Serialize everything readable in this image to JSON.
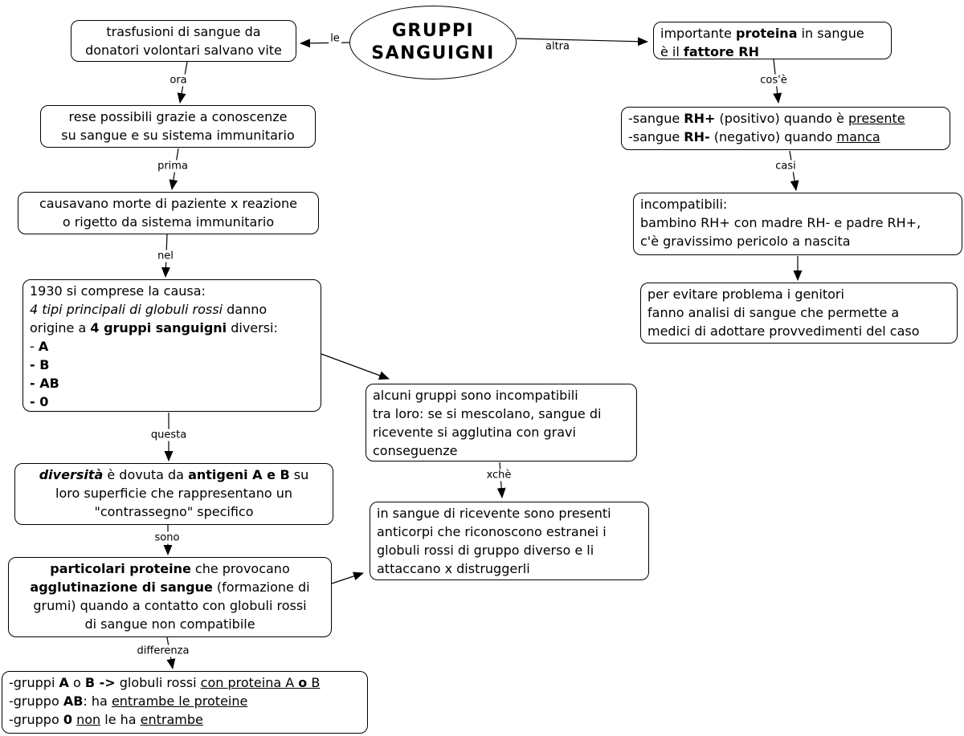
{
  "title": {
    "text": "GRUPPI\nSANGUIGNI"
  },
  "colors": {
    "background": "#ffffff",
    "border": "#000000",
    "text": "#000000"
  },
  "labels": {
    "le": "le",
    "ora": "ora",
    "prima": "prima",
    "nel": "nel",
    "questa": "questa",
    "sono": "sono",
    "differenza": "differenza",
    "altra": "altra",
    "cose": "cos'è",
    "casi": "casi",
    "xche": "xchè"
  },
  "nodes": {
    "trasfusioni": {
      "lines": [
        [
          {
            "t": "trasfusioni di sangue da"
          }
        ],
        [
          {
            "t": "donatori volontari salvano vite"
          }
        ]
      ]
    },
    "rese": {
      "lines": [
        [
          {
            "t": "rese possibili grazie a conoscenze"
          }
        ],
        [
          {
            "t": "su sangue e su sistema immunitario"
          }
        ]
      ]
    },
    "causavano": {
      "lines": [
        [
          {
            "t": "causavano morte di paziente x reazione"
          }
        ],
        [
          {
            "t": "o rigetto da sistema immunitario"
          }
        ]
      ]
    },
    "b1930": {
      "lines": [
        [
          {
            "t": "1930 si comprese la causa:"
          }
        ],
        [
          {
            "t": "4 tipi principali di globuli rossi",
            "s": "i"
          },
          {
            "t": "  danno"
          }
        ],
        [
          {
            "t": "origine a "
          },
          {
            "t": "4 gruppi sanguigni",
            "s": "b"
          },
          {
            "t": " diversi:"
          }
        ],
        [
          {
            "t": "- "
          },
          {
            "t": "A",
            "s": "b"
          }
        ],
        [
          {
            "t": "- B",
            "s": "b"
          }
        ],
        [
          {
            "t": "- AB",
            "s": "b"
          }
        ],
        [
          {
            "t": "- 0",
            "s": "b"
          }
        ]
      ]
    },
    "diversita": {
      "lines": [
        [
          {
            "t": "diversità",
            "s": "bi"
          },
          {
            "t": "  è dovuta da "
          },
          {
            "t": "antigeni A e B",
            "s": "b"
          },
          {
            "t": " su"
          }
        ],
        [
          {
            "t": "loro superficie che rappresentano un"
          }
        ],
        [
          {
            "t": "\"contrassegno\" specifico"
          }
        ]
      ]
    },
    "proteine": {
      "lines": [
        [
          {
            "t": "particolari proteine",
            "s": "b"
          },
          {
            "t": " che provocano"
          }
        ],
        [
          {
            "t": "agglutinazione di sangue",
            "s": "b"
          },
          {
            "t": " (formazione di"
          }
        ],
        [
          {
            "t": "grumi) quando a contatto con globuli rossi"
          }
        ],
        [
          {
            "t": "di sangue non compatibile"
          }
        ]
      ]
    },
    "gruppi_abo": {
      "lines": [
        [
          {
            "t": "-gruppi "
          },
          {
            "t": "A",
            "s": "b"
          },
          {
            "t": " o "
          },
          {
            "t": "B ->",
            "s": "b"
          },
          {
            "t": " globuli rossi "
          },
          {
            "t": "con proteina A ",
            "s": "u"
          },
          {
            "t": "o",
            "s": "bu"
          },
          {
            "t": " B",
            "s": "u"
          }
        ],
        [
          {
            "t": "-gruppo "
          },
          {
            "t": "AB",
            "s": "b"
          },
          {
            "t": ": ha "
          },
          {
            "t": "entrambe le proteine",
            "s": "u"
          }
        ],
        [
          {
            "t": "-gruppo "
          },
          {
            "t": "0",
            "s": "b"
          },
          {
            "t": " "
          },
          {
            "t": "non",
            "s": "u"
          },
          {
            "t": " le ha "
          },
          {
            "t": "entrambe",
            "s": "u"
          }
        ]
      ]
    },
    "rh": {
      "lines": [
        [
          {
            "t": "importante "
          },
          {
            "t": "proteina",
            "s": "b"
          },
          {
            "t": " in sangue"
          }
        ],
        [
          {
            "t": "è il "
          },
          {
            "t": "fattore RH",
            "s": "b"
          }
        ]
      ]
    },
    "rhpm": {
      "lines": [
        [
          {
            "t": "-sangue "
          },
          {
            "t": "RH+",
            "s": "b"
          },
          {
            "t": " (positivo) quando è "
          },
          {
            "t": "presente",
            "s": "u"
          }
        ],
        [
          {
            "t": "-sangue "
          },
          {
            "t": "RH-",
            "s": "b"
          },
          {
            "t": " (negativo) quando "
          },
          {
            "t": "manca",
            "s": "u"
          }
        ]
      ]
    },
    "incompatibili": {
      "lines": [
        [
          {
            "t": "incompatibili:"
          }
        ],
        [
          {
            "t": "bambino RH+ con madre RH- e padre RH+,"
          }
        ],
        [
          {
            "t": "c'è gravissimo pericolo a nascita"
          }
        ]
      ]
    },
    "evitare": {
      "lines": [
        [
          {
            "t": "per evitare problema i genitori"
          }
        ],
        [
          {
            "t": "fanno analisi di sangue che permette a"
          }
        ],
        [
          {
            "t": "medici di adottare provvedimenti del caso"
          }
        ]
      ]
    },
    "alcuni": {
      "lines": [
        [
          {
            "t": "alcuni gruppi sono incompatibili"
          }
        ],
        [
          {
            "t": "tra loro: se si mescolano, sangue di"
          }
        ],
        [
          {
            "t": "ricevente si agglutina con gravi"
          }
        ],
        [
          {
            "t": "conseguenze"
          }
        ]
      ]
    },
    "anticorpi": {
      "lines": [
        [
          {
            "t": "in sangue di ricevente sono presenti"
          }
        ],
        [
          {
            "t": "anticorpi che riconoscono estranei i"
          }
        ],
        [
          {
            "t": "globuli rossi di gruppo diverso e li"
          }
        ],
        [
          {
            "t": "attaccano x distruggerli"
          }
        ]
      ]
    }
  }
}
